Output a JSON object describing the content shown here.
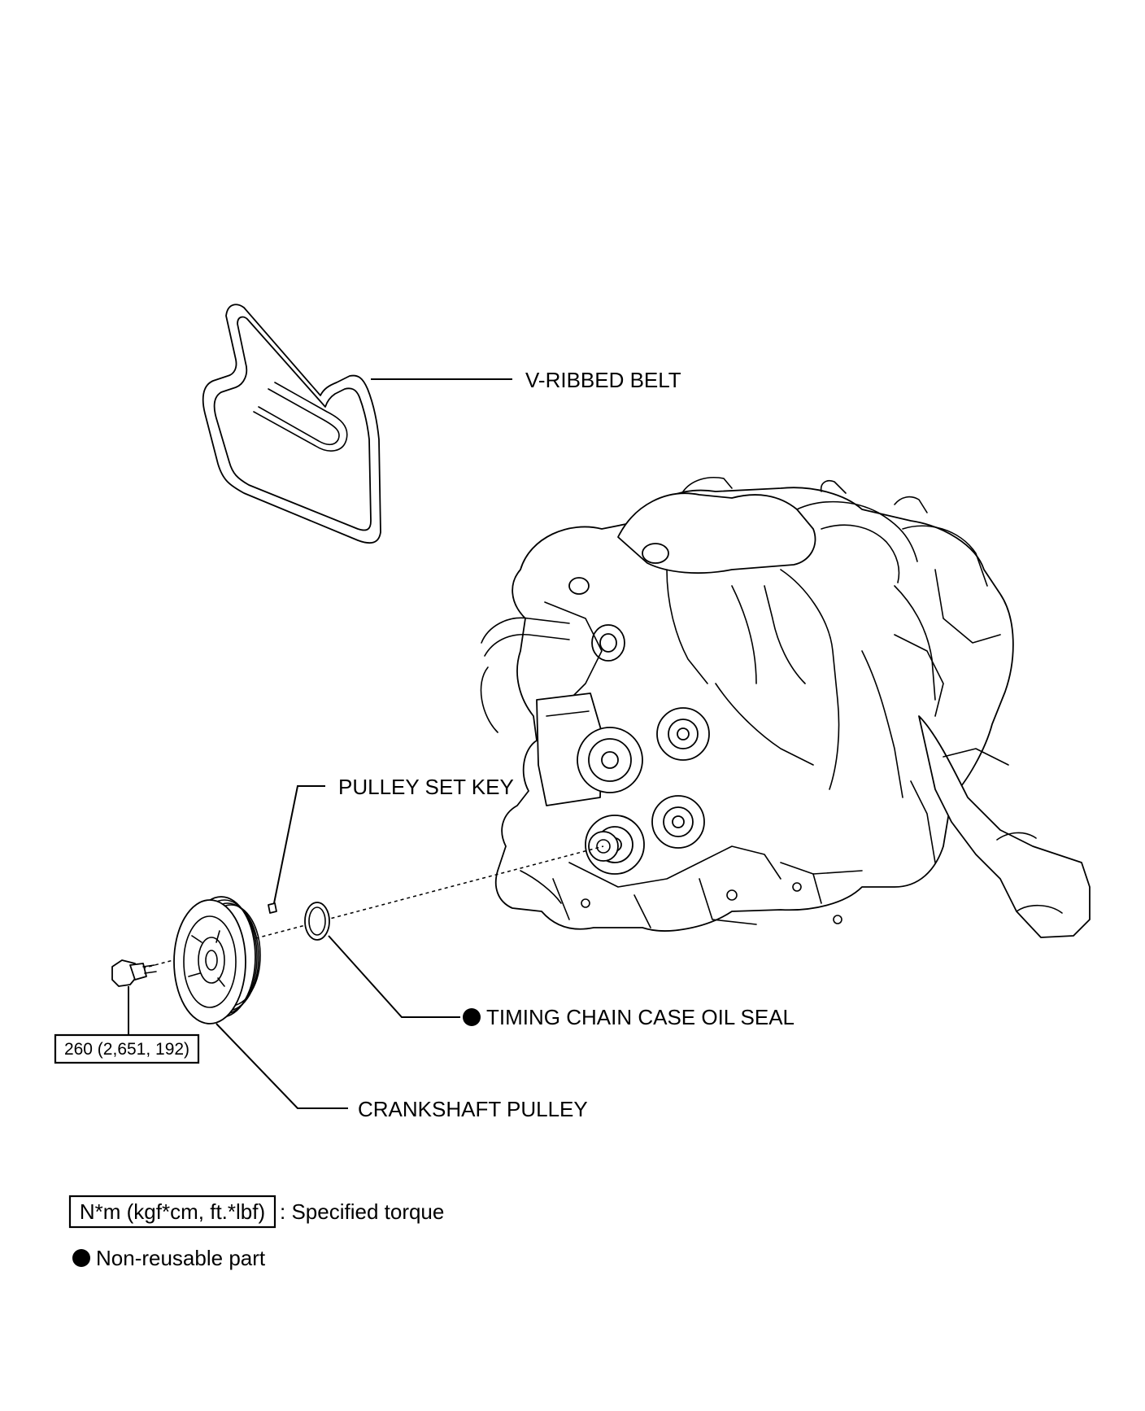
{
  "labels": {
    "belt": "V-RIBBED BELT",
    "set_key": "PULLEY SET KEY",
    "oil_seal": "TIMING CHAIN CASE OIL SEAL",
    "crank_pulley": "CRANKSHAFT PULLEY"
  },
  "torque": {
    "bolt_value": "260 (2,651, 192)"
  },
  "legend": {
    "torque_box": "N*m (kgf*cm, ft.*lbf)",
    "torque_text": ": Specified torque",
    "nonreusable_text": "Non-reusable part"
  }
}
